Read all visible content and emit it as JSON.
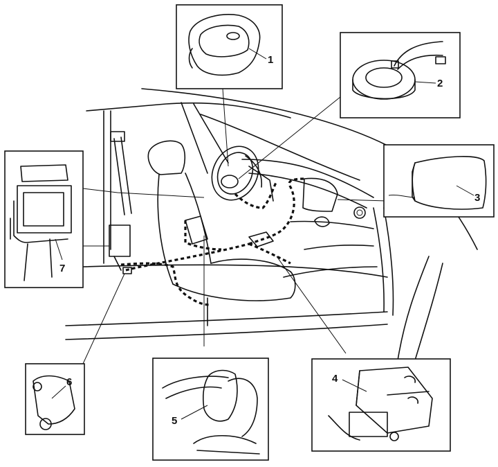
{
  "callouts": {
    "c1": "1",
    "c2": "2",
    "c3": "3",
    "c4": "4",
    "c5": "5",
    "c6": "6",
    "c7": "7"
  },
  "components": [
    {
      "callout": "1",
      "icon": "steering-wheel-airbag-icon"
    },
    {
      "callout": "2",
      "icon": "clock-spring-icon"
    },
    {
      "callout": "3",
      "icon": "passenger-airbag-icon"
    },
    {
      "callout": "4",
      "icon": "airbag-control-unit-icon"
    },
    {
      "callout": "5",
      "icon": "side-airbag-icon"
    },
    {
      "callout": "6",
      "icon": "side-impact-sensor-icon"
    },
    {
      "callout": "7",
      "icon": "seatbelt-pretensioner-icon"
    }
  ]
}
